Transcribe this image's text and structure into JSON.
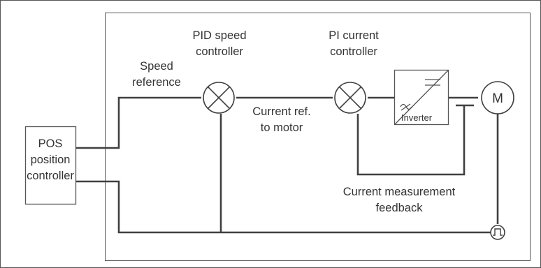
{
  "labels": {
    "pid_line1": "PID speed",
    "pid_line2": "controller",
    "pi_line1": "PI current",
    "pi_line2": "controller",
    "speed_line1": "Speed",
    "speed_line2": "reference",
    "current_ref_line1": "Current ref.",
    "current_ref_line2": "to motor",
    "feedback_line1": "Current measurement",
    "feedback_line2": "feedback",
    "pos_line1": "POS",
    "pos_line2": "position",
    "pos_line3": "controller",
    "inverter": "Inverter",
    "motor": "M"
  },
  "icons": {
    "summing_junction": "circle-x-icon",
    "inverter_symbol": "ac-dc-converter-icon",
    "encoder_symbol": "encoder-pulse-icon"
  },
  "colors": {
    "line": "#404040",
    "text": "#333333",
    "background": "#ffffff"
  }
}
